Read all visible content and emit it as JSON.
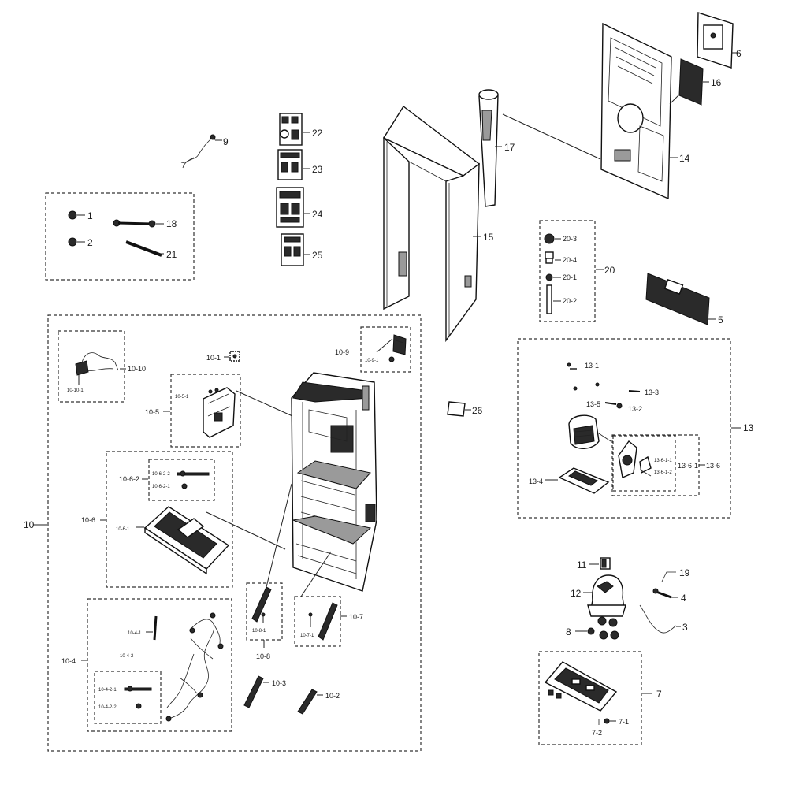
{
  "labels": {
    "l1": "1",
    "l2": "2",
    "l3": "3",
    "l4": "4",
    "l5": "5",
    "l6": "6",
    "l7": "7",
    "l7_1": "7-1",
    "l7_2": "7-2",
    "l8": "8",
    "l9": "9",
    "l10": "10",
    "l10_1": "10-1",
    "l10_2": "10-2",
    "l10_3": "10-3",
    "l10_4": "10-4",
    "l10_4_1": "10-4-1",
    "l10_4_2": "10-4-2",
    "l10_4_2_1": "10-4-2-1",
    "l10_4_2_2": "10-4-2-2",
    "l10_5": "10-5",
    "l10_5_1": "10-5-1",
    "l10_6": "10-6",
    "l10_6_1": "10-6-1",
    "l10_6_2": "10-6-2",
    "l10_6_2_1": "10-6-2-1",
    "l10_6_2_2": "10-6-2-2",
    "l10_7": "10-7",
    "l10_7_1": "10-7-1",
    "l10_8": "10-8",
    "l10_8_1": "10-8-1",
    "l10_9": "10-9",
    "l10_9_1": "10-9-1",
    "l10_10": "10-10",
    "l10_10_1": "10-10-1",
    "l11": "11",
    "l12": "12",
    "l13": "13",
    "l13_1": "13-1",
    "l13_2": "13-2",
    "l13_3": "13-3",
    "l13_4": "13-4",
    "l13_5": "13-5",
    "l13_6": "13-6",
    "l13_6_1": "13-6-1",
    "l13_6_1_1": "13-6-1-1",
    "l13_6_1_2": "13-6-1-2",
    "l14": "14",
    "l15": "15",
    "l16": "16",
    "l17": "17",
    "l18": "18",
    "l19": "19",
    "l20": "20",
    "l20_1": "20-1",
    "l20_2": "20-2",
    "l20_3": "20-3",
    "l20_4": "20-4",
    "l21": "21",
    "l22": "22",
    "l23": "23",
    "l24": "24",
    "l25": "25",
    "l26": "26"
  }
}
